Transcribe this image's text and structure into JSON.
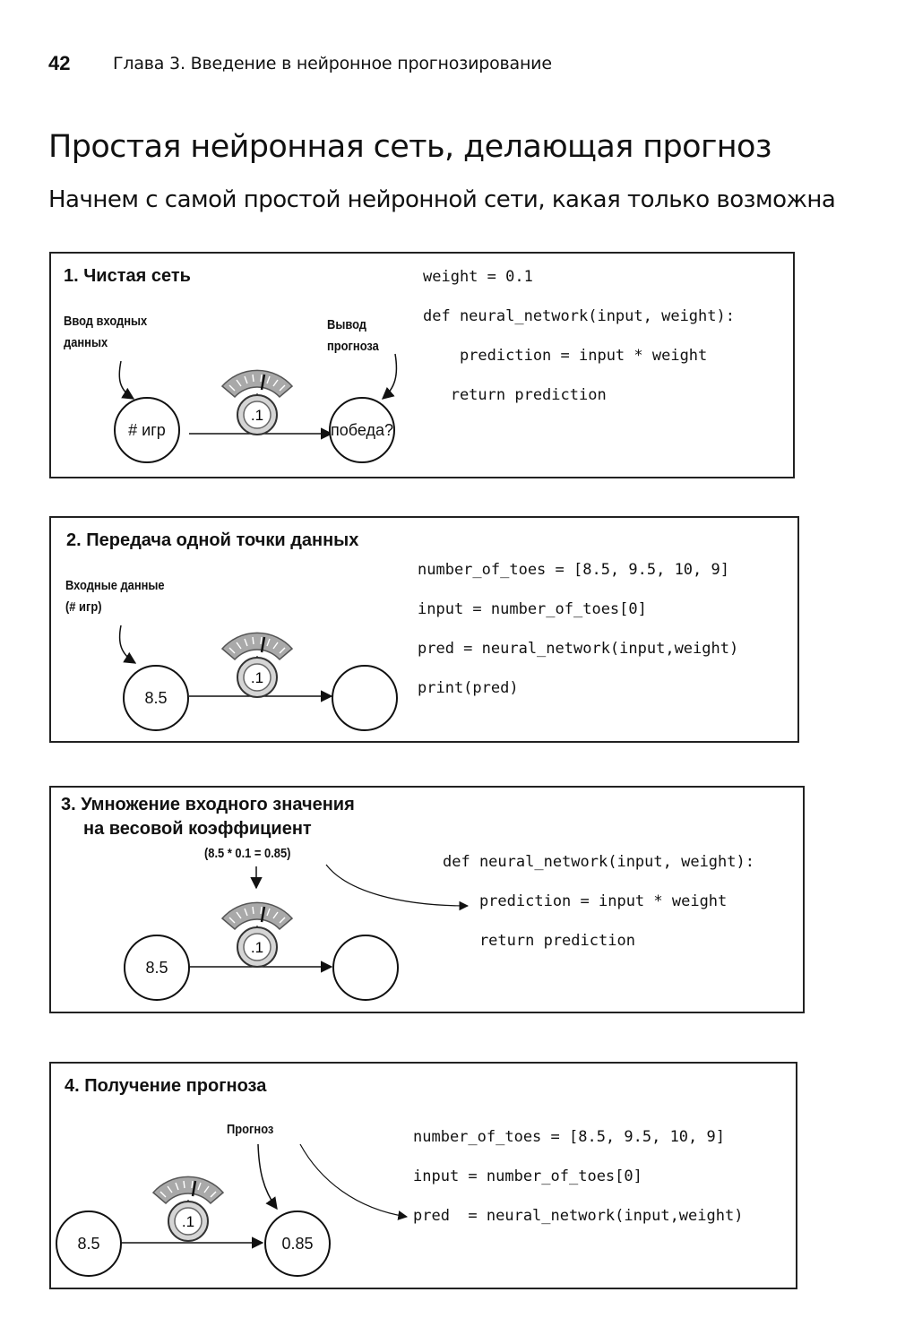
{
  "header": {
    "page_number": "42",
    "chapter_title": "Глава 3. Введение в нейронное прогнозирование"
  },
  "section": {
    "title": "Простая нейронная сеть, делающая прогноз",
    "subtitle": "Начнем с самой простой нейронной сети, какая только возможна"
  },
  "panels": [
    {
      "title": "1. Чистая сеть",
      "labels": {
        "input": [
          "Ввод входных",
          "данных"
        ],
        "output": [
          "Вывод",
          "прогноза"
        ]
      },
      "input_node": "# игр",
      "output_node": "победа?",
      "weight": ".1",
      "code": [
        "weight = 0.1",
        "def neural_network(input, weight):",
        "    prediction = input * weight",
        "   return prediction"
      ]
    },
    {
      "title": "2. Передача одной точки данных",
      "labels": {
        "input": [
          "Входные данные",
          "(# игр)"
        ]
      },
      "input_node": "8.5",
      "output_node": "",
      "weight": ".1",
      "code": [
        "number_of_toes = [8.5, 9.5, 10, 9]",
        "input = number_of_toes[0]",
        "pred = neural_network(input,weight)",
        "print(pred)"
      ]
    },
    {
      "title_lines": [
        "3. Умножение входного значения",
        "на весовой коэффициент"
      ],
      "labels": {
        "calc": "(8.5 * 0.1 = 0.85)"
      },
      "input_node": "8.5",
      "output_node": "",
      "weight": ".1",
      "code": [
        "def neural_network(input, weight):",
        "    prediction = input * weight",
        "    return prediction"
      ]
    },
    {
      "title": "4. Получение прогноза",
      "labels": {
        "output": "Прогноз"
      },
      "input_node": "8.5",
      "output_node": "0.85",
      "weight": ".1",
      "code": [
        "number_of_toes = [8.5, 9.5, 10, 9]",
        "input = number_of_toes[0]",
        "pred  = neural_network(input,weight)"
      ]
    }
  ]
}
